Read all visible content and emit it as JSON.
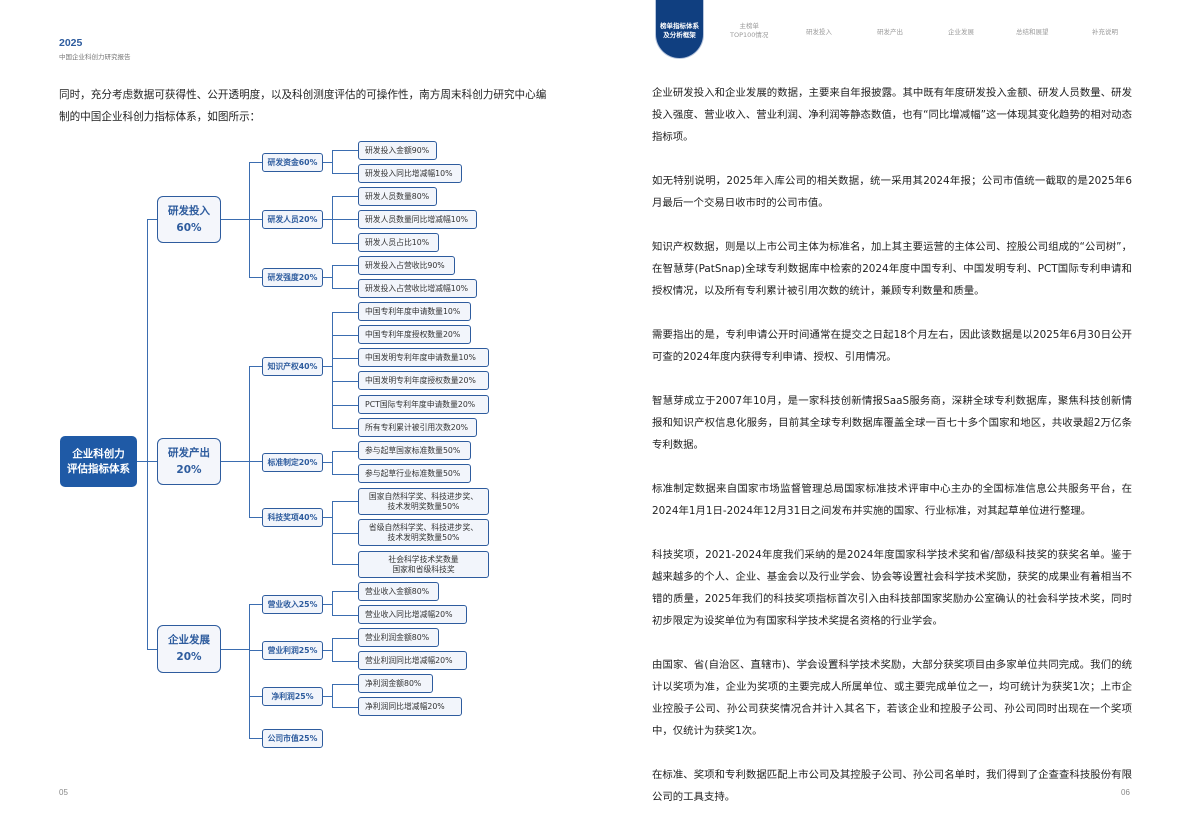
{
  "header": {
    "year": "2025",
    "subtitle": "中国企业科创力研究报告"
  },
  "left_page": {
    "intro": "同时，充分考虑数据可获得性、公开透明度，以及科创测度评估的可操作性，南方周末科创力研究中心编制的中国企业科创力指标体系，如图所示：",
    "page_number": "05"
  },
  "mindmap": {
    "root": {
      "line1": "企业科创力",
      "line2": "评估指标体系"
    },
    "level1": [
      {
        "name": "研发投入",
        "weight": "60%"
      },
      {
        "name": "研发产出",
        "weight": "20%"
      },
      {
        "name": "企业发展",
        "weight": "20%"
      }
    ],
    "level2": [
      "研发资金60%",
      "研发人员20%",
      "研发强度20%",
      "知识产权40%",
      "标准制定20%",
      "科技奖项40%",
      "营业收入25%",
      "营业利润25%",
      "净利润25%",
      "公司市值25%"
    ],
    "level3": [
      "研发投入金额90%",
      "研发投入同比增减幅10%",
      "研发人员数量80%",
      "研发人员数量同比增减幅10%",
      "研发人员占比10%",
      "研发投入占营收比90%",
      "研发投入占营收比增减幅10%",
      "中国专利年度申请数量10%",
      "中国专利年度授权数量20%",
      "中国发明专利年度申请数量10%",
      "中国发明专利年度授权数量20%",
      "PCT国际专利年度申请数量20%",
      "所有专利累计被引用次数20%",
      "参与起草国家标准数量50%",
      "参与起草行业标准数量50%",
      "国家自然科学奖、科技进步奖、|技术发明奖数量50%",
      "省级自然科学奖、科技进步奖、|技术发明奖数量50%",
      "社会科学技术奖数量|国家和省级科技奖",
      "营业收入金额80%",
      "营业收入同比增减幅20%",
      "营业利润金额80%",
      "营业利润同比增减幅20%",
      "净利润金额80%",
      "净利润同比增减幅20%"
    ]
  },
  "nav": {
    "active": {
      "line1": "榜单指标体系",
      "line2": "及分析框架"
    },
    "items": [
      {
        "line1": "主榜单",
        "line2": "TOP100情况"
      },
      {
        "line1": "研发投入",
        "line2": ""
      },
      {
        "line1": "研发产出",
        "line2": ""
      },
      {
        "line1": "企业发展",
        "line2": ""
      },
      {
        "line1": "总结和展望",
        "line2": ""
      },
      {
        "line1": "补充说明",
        "line2": ""
      }
    ]
  },
  "right_page": {
    "paragraphs": [
      "企业研发投入和企业发展的数据，主要来自年报披露。其中既有年度研发投入金额、研发人员数量、研发投入强度、营业收入、营业利润、净利润等静态数值，也有“同比增减幅”这一体现其变化趋势的相对动态指标项。",
      "如无特别说明，2025年入库公司的相关数据，统一采用其2024年报；公司市值统一截取的是2025年6月最后一个交易日收市时的公司市值。",
      "知识产权数据，则是以上市公司主体为标准名，加上其主要运营的主体公司、控股公司组成的“公司树”，在智慧芽(PatSnap)全球专利数据库中检索的2024年度中国专利、中国发明专利、PCT国际专利申请和授权情况，以及所有专利累计被引用次数的统计，兼顾专利数量和质量。",
      "需要指出的是，专利申请公开时间通常在提交之日起18个月左右，因此该数据是以2025年6月30日公开可查的2024年度内获得专利申请、授权、引用情况。",
      "智慧芽成立于2007年10月，是一家科技创新情报SaaS服务商，深耕全球专利数据库，聚焦科技创新情报和知识产权信息化服务，目前其全球专利数据库覆盖全球一百七十多个国家和地区，共收录超2万亿条专利数据。",
      "标准制定数据来自国家市场监督管理总局国家标准技术评审中心主办的全国标准信息公共服务平台，在2024年1月1日-2024年12月31日之间发布并实施的国家、行业标准，对其起草单位进行整理。",
      "科技奖项，2021-2024年度我们采纳的是2024年度国家科学技术奖和省/部级科技奖的获奖名单。鉴于越来越多的个人、企业、基金会以及行业学会、协会等设置社会科学技术奖励，获奖的成果业有着相当不错的质量，2025年我们的科技奖项指标首次引入由科技部国家奖励办公室确认的社会科学技术奖，同时初步限定为设奖单位为有国家科学技术奖提名资格的行业学会。",
      "由国家、省(自治区、直辖市)、学会设置科学技术奖励，大部分获奖项目由多家单位共同完成。我们的统计以奖项为准，企业为奖项的主要完成人所属单位、或主要完成单位之一，均可统计为获奖1次；上市企业控股子公司、孙公司获奖情况合并计入其名下，若该企业和控股子公司、孙公司同时出现在一个奖项中，仅统计为获奖1次。",
      "在标准、奖项和专利数据匹配上市公司及其控股子公司、孙公司名单时，我们得到了企查查科技股份有限公司的工具支持。"
    ],
    "page_number": "06"
  },
  "colors": {
    "accent": "#2e5c9e",
    "root_fill": "#1f5aa6",
    "nav_active": "#103f80",
    "node_fill": "#f2f5fb"
  }
}
